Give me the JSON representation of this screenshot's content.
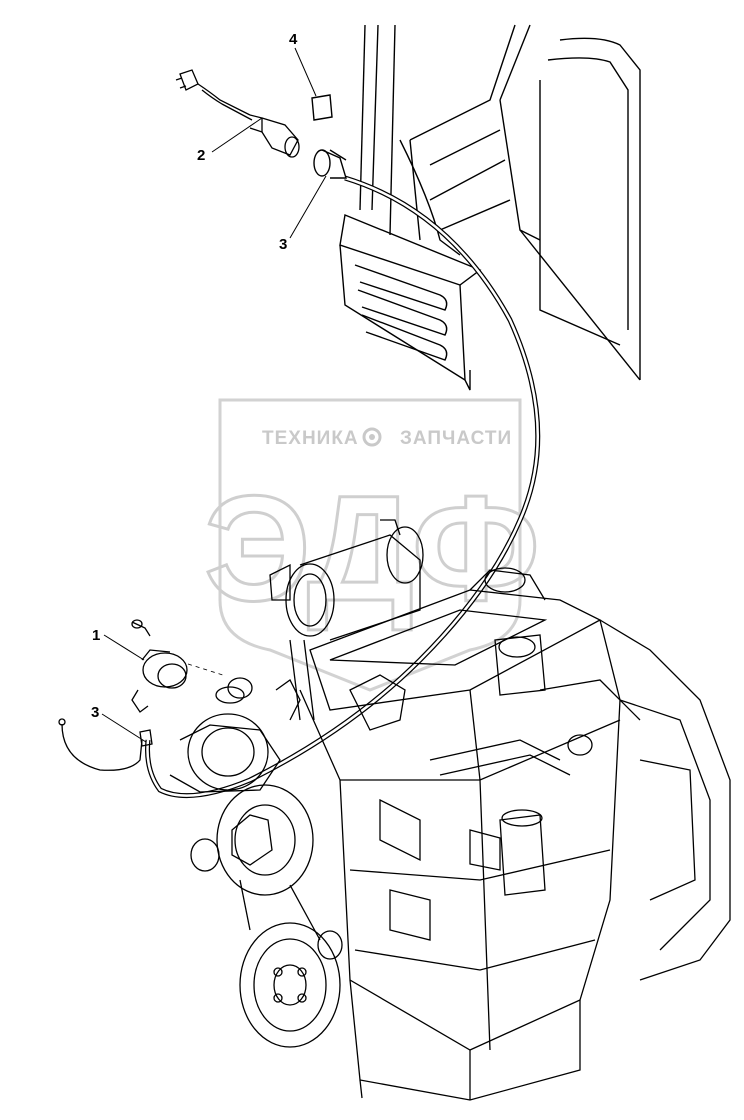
{
  "callouts": [
    {
      "id": "1",
      "label": "1"
    },
    {
      "id": "2",
      "label": "2"
    },
    {
      "id": "3a",
      "label": "3"
    },
    {
      "id": "3b",
      "label": "3"
    },
    {
      "id": "4",
      "label": "4"
    }
  ],
  "watermark": {
    "left_word": "ТЕХНИКА",
    "right_word": "ЗАПЧАСТИ",
    "logo": "ЭДФ"
  },
  "colors": {
    "line": "#000000",
    "watermark": "#cccccc",
    "background": "#ffffff"
  }
}
